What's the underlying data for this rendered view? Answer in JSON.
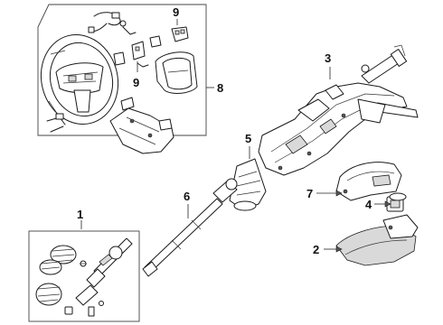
{
  "diagram": {
    "callouts": {
      "c1": "1",
      "c2": "2",
      "c3": "3",
      "c4": "4",
      "c5": "5",
      "c6": "6",
      "c7": "7",
      "c8": "8",
      "c9a": "9",
      "c9b": "9"
    }
  }
}
